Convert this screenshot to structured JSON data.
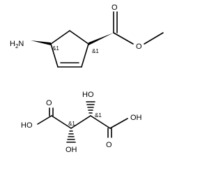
{
  "colors": {
    "background": "#ffffff",
    "ink": "#000000"
  },
  "amine_ester": {
    "amine_label": "H2N",
    "stereo_left": "&1",
    "stereo_right": "&1",
    "carbonyl_o": "O",
    "ester_o": "O"
  },
  "tartaric_acid": {
    "left_oh": "HO",
    "left_carbonyl_o": "O",
    "top_oh": "HO",
    "bottom_oh": "OH",
    "right_oh": "OH",
    "right_carbonyl_o": "O",
    "stereo_left": "&1",
    "stereo_right": "&1"
  }
}
